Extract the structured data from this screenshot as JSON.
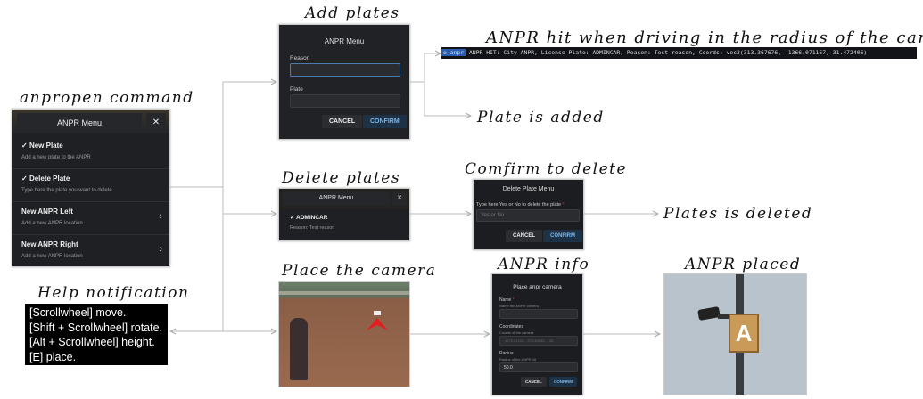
{
  "labels": {
    "anpropen": "anpropen command",
    "add_plates": "Add plates",
    "anpr_hit": "ANPR hit when driving in the radius of the camera",
    "plate_added": "Plate is added",
    "delete_plates": "Delete plates",
    "confirm_delete": "Comfirm to delete",
    "plates_deleted": "Plates is deleted",
    "place_camera": "Place the camera",
    "anpr_info": "ANPR info",
    "anpr_placed": "ANPR placed",
    "help_notification": "Help notification"
  },
  "main_menu": {
    "title": "ANPR Menu",
    "close": "✕",
    "items": [
      {
        "title": "New Plate",
        "desc": "Add a new plate to the ANPR",
        "checked": true
      },
      {
        "title": "Delete Plate",
        "desc": "Type here the plate you want to delete",
        "checked": true
      },
      {
        "title": "New ANPR Left",
        "desc": "Add a new ANPR location",
        "chevron": "›"
      },
      {
        "title": "New ANPR Right",
        "desc": "Add a new ANPR location",
        "chevron": "›"
      }
    ]
  },
  "add_menu": {
    "title": "ANPR Menu",
    "reason_label": "Reason",
    "plate_label": "Plate",
    "cancel": "CANCEL",
    "confirm": "CONFIRM"
  },
  "console": {
    "tag": "e-anpr",
    "text": "ANPR HIT: City ANPR, License Plate: ADMINCAR, Reason: Test reason, Coords: vec3(313.367676, -1366.071167, 31.472406)"
  },
  "delete_menu": {
    "title": "ANPR Menu",
    "close": "✕",
    "plate": "ADMINCAR",
    "reason": "Reason: Test reason"
  },
  "confirm_menu": {
    "title": "Delete Plate Menu",
    "prompt": "Type here Yes or No to delete the plate",
    "required": "*",
    "placeholder": "Yes or No",
    "cancel": "CANCEL",
    "confirm": "CONFIRM"
  },
  "place_menu": {
    "title": "Place anpr camera",
    "name_label": "Name",
    "required": "*",
    "name_desc": "Name the ANPR camera",
    "coords_label": "Coordinates",
    "coords_desc": "Coords of the camera",
    "coords_value": "-1175.51133... 270.46533..., 30.",
    "radius_label": "Radius",
    "radius_desc": "Radius of the ANPR hit",
    "radius_value": "50.0",
    "cancel": "CANCEL",
    "confirm": "CONFIRM"
  },
  "help": {
    "lines": [
      "[Scrollwheel] move.",
      "[Shift + Scrollwheel] rotate.",
      "[Alt + Scrollwheel] height.",
      "[E] place."
    ]
  },
  "sign_letter": "A",
  "colors": {
    "panel": "#212226",
    "confirm_text": "#7fb6e6",
    "marker": "#e02020",
    "console_bg": "#111318",
    "console_highlight": "#2a5db0"
  }
}
